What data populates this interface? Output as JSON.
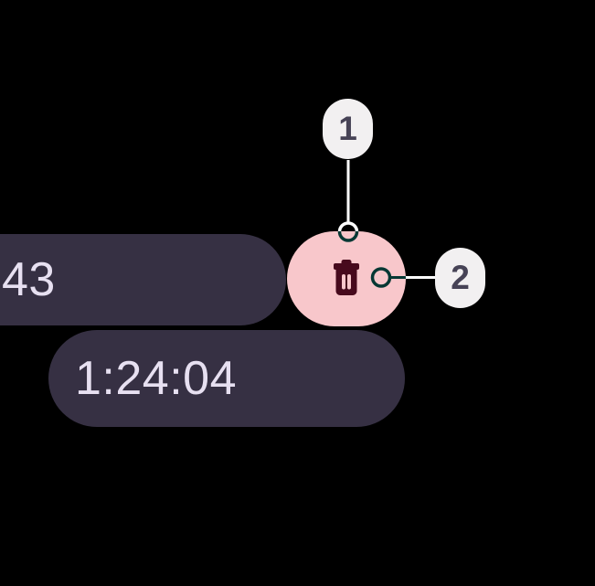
{
  "screen": {
    "background": "#000000",
    "description": "Timer chips with delete button and numbered annotation callouts"
  },
  "colors": {
    "screen_bg": "#000000",
    "chip_bg": "#363043",
    "chip_text": "#E7E0F1",
    "delete_button_bg": "#F8C7CB",
    "delete_icon_color": "#470A1D",
    "badge_bg": "#F2F0F1",
    "badge_text": "#474356",
    "callout_line": "#FFFFFF"
  },
  "timer": {
    "elapsed_fragment": "43",
    "total_time": "1:24:04"
  },
  "delete_button": {
    "icon": "trash-icon"
  },
  "callouts": [
    {
      "label": "1"
    },
    {
      "label": "2"
    }
  ]
}
